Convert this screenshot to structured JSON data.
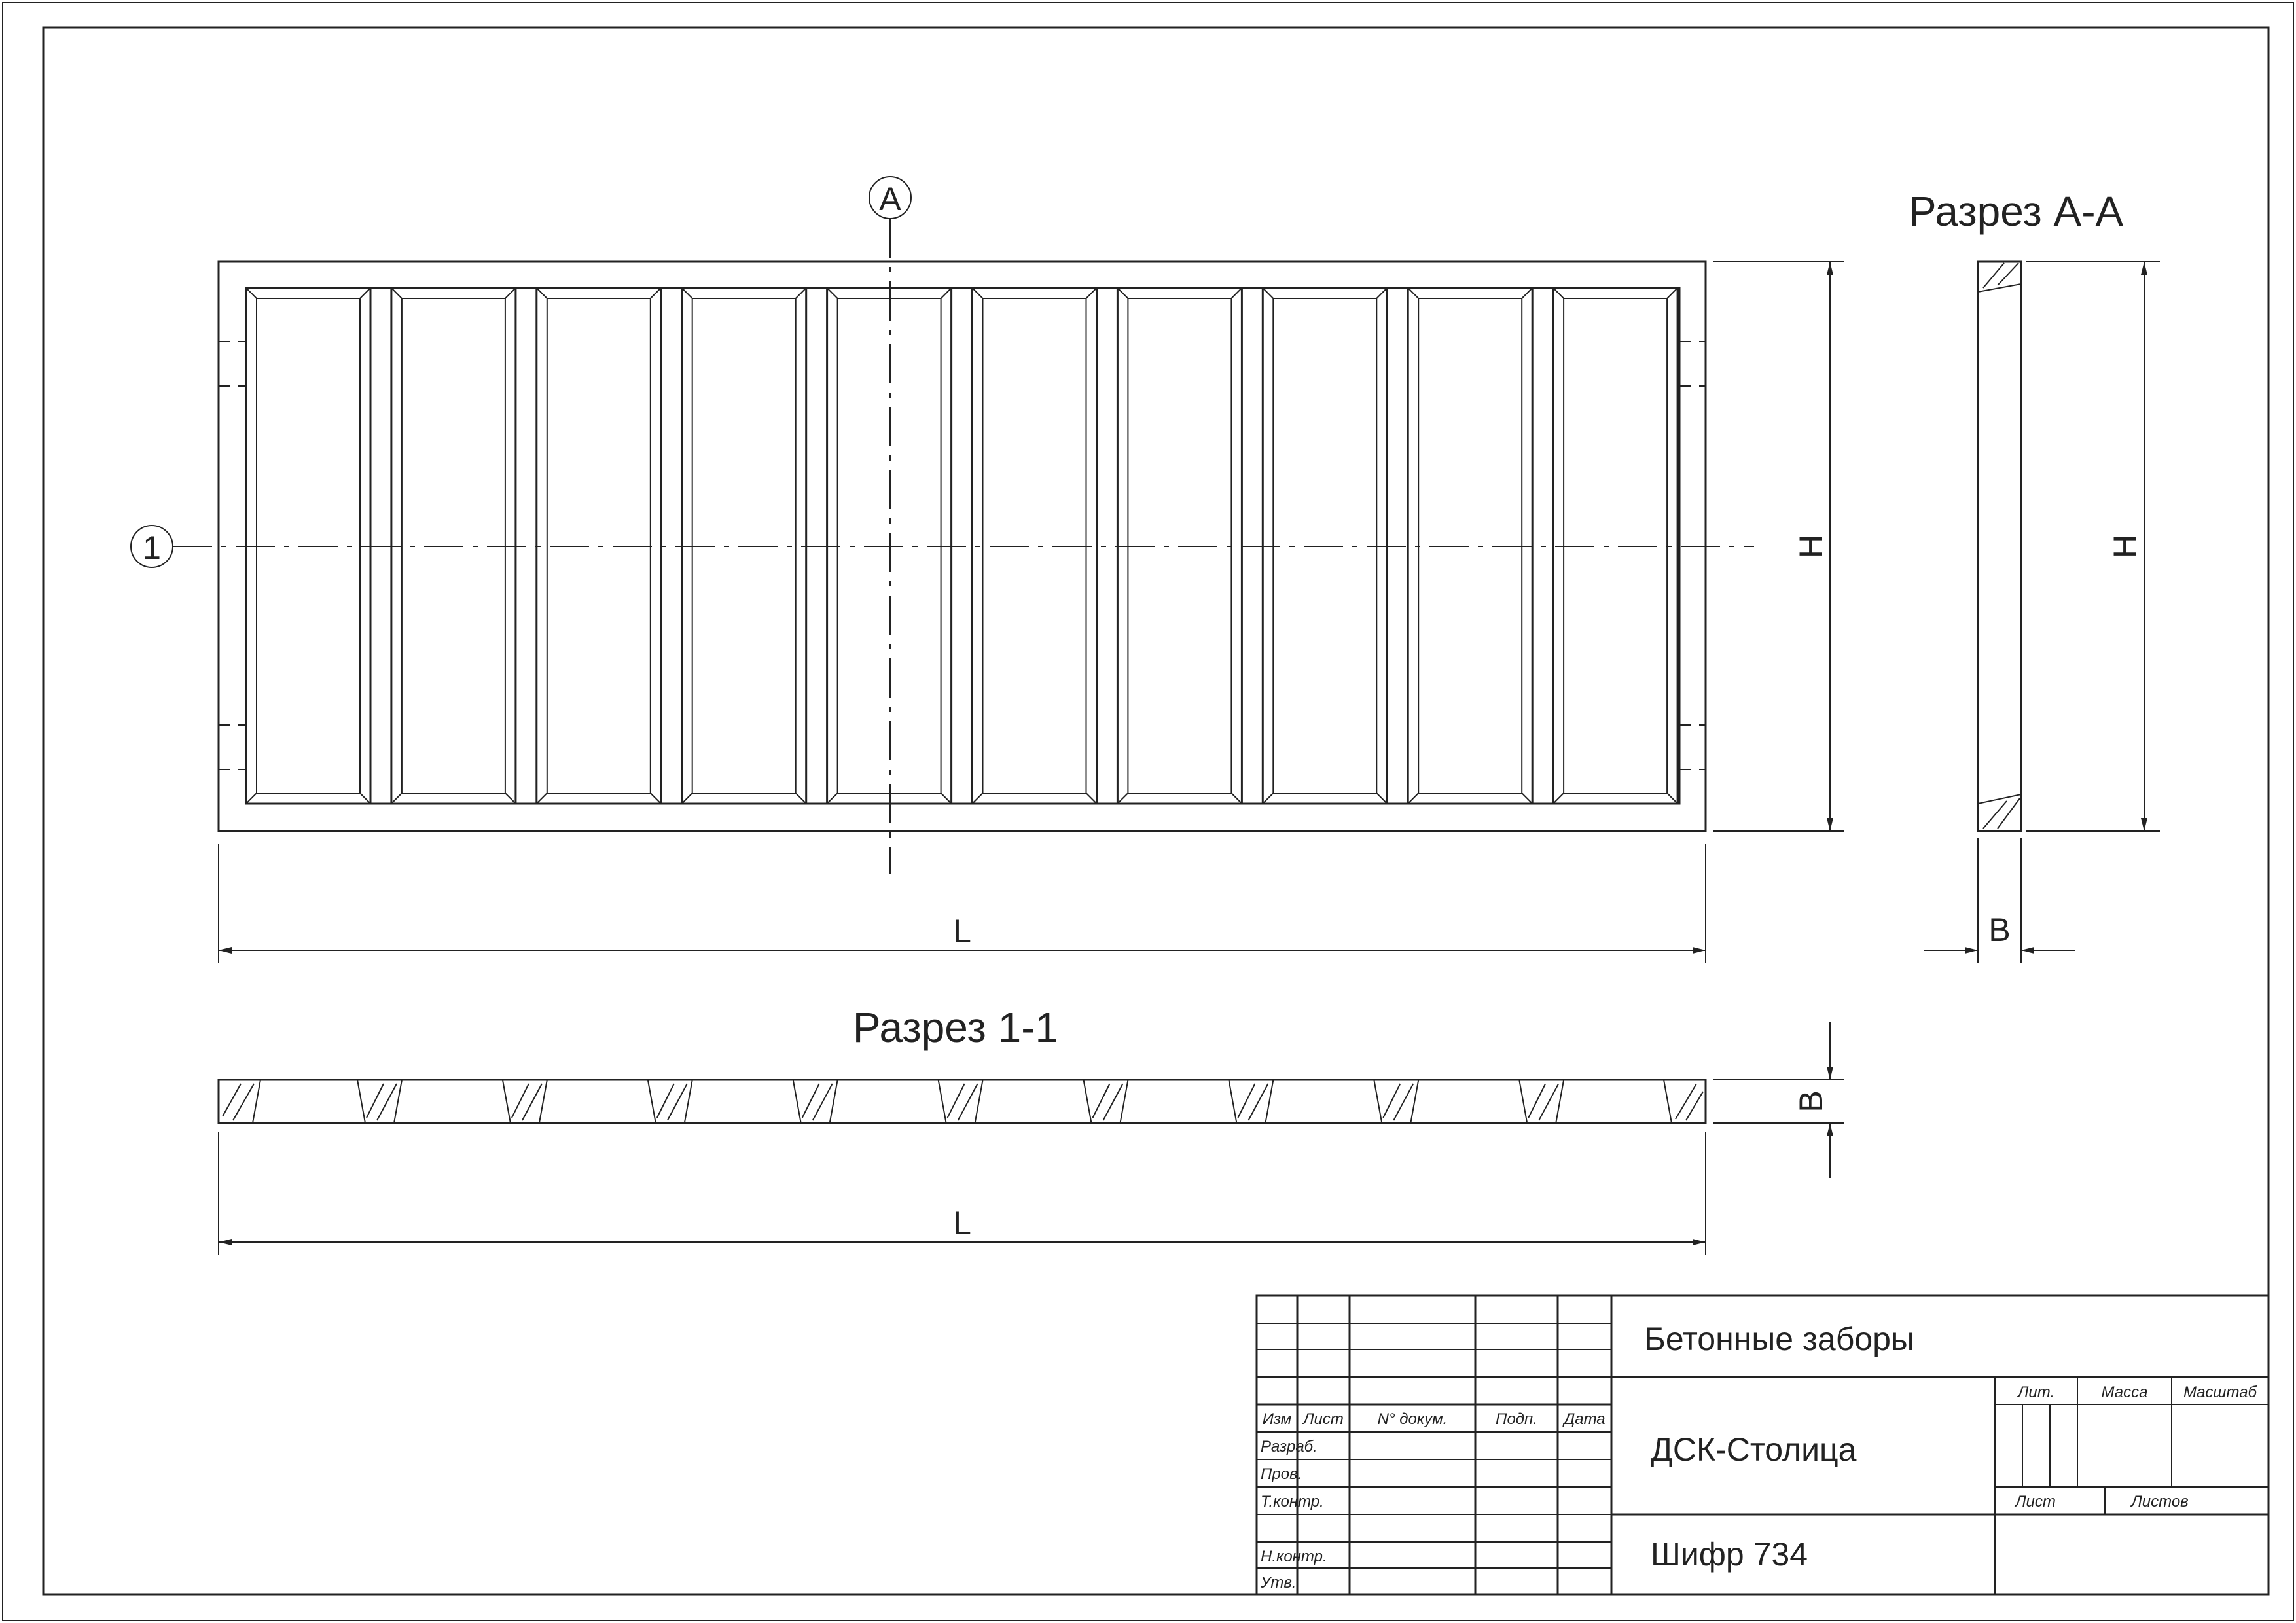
{
  "labels": {
    "section_aa": "Разрез А-А",
    "section_11": "Разрез 1-1",
    "marker_a": "А",
    "marker_1": "1",
    "dim_L": "L",
    "dim_H": "H",
    "dim_B": "B"
  },
  "title_block": {
    "title": "Бетонные заборы",
    "company": "ДСК-Столица",
    "code": "Шифр 734",
    "columns": [
      "Изм",
      "Лист",
      "N° докум.",
      "Подп.",
      "Дата"
    ],
    "rows": [
      "Разраб.",
      "Пров.",
      "Т.контр.",
      "Н.контр.",
      "Утв."
    ],
    "lit": "Лит.",
    "mass": "Масса",
    "scale": "Масштаб",
    "sheet": "Лист",
    "sheets": "Листов"
  },
  "colors": {
    "line": "#222222",
    "background": "#ffffff"
  }
}
